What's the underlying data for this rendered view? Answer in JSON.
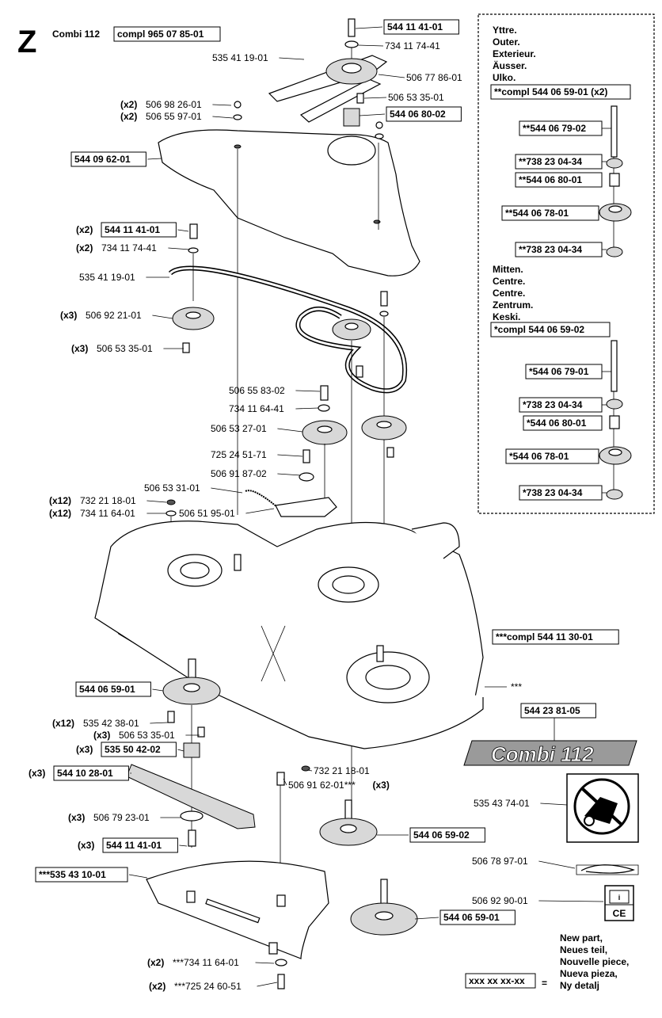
{
  "header": {
    "letter": "Z",
    "model": "Combi 112",
    "compl_code": "compl 965 07 85-01"
  },
  "legend_outer": {
    "languages": [
      "Yttre.",
      "Outer.",
      "Exterieur.",
      "Äusser.",
      "Ulko."
    ],
    "compl": "**compl 544 06 59-01 (x2)",
    "parts": [
      "**544 06 79-02",
      "**738 23 04-34",
      "**544 06 80-01",
      "**544 06 78-01",
      "**738 23 04-34"
    ]
  },
  "legend_center": {
    "languages": [
      "Mitten.",
      "Centre.",
      "Centre.",
      "Zentrum.",
      "Keski."
    ],
    "compl": "*compl 544 06 59-02",
    "parts": [
      "*544 06 79-01",
      "*738 23 04-34",
      "*544 06 80-01",
      "*544 06 78-01",
      "*738 23 04-34"
    ]
  },
  "labels": [
    {
      "id": "l1",
      "text": "544 11 41-01",
      "boxed": true
    },
    {
      "id": "l2",
      "text": "734 11 74-41",
      "boxed": false
    },
    {
      "id": "l3",
      "text": "535 41 19-01",
      "boxed": false
    },
    {
      "id": "l4",
      "text": "506 77 86-01",
      "boxed": false
    },
    {
      "id": "l5",
      "text": "506 53 35-01",
      "boxed": false
    },
    {
      "id": "l6",
      "text": "544 06 80-02",
      "boxed": true
    },
    {
      "id": "l7",
      "q": "(x2)",
      "text": "506 98 26-01",
      "boxed": false
    },
    {
      "id": "l8",
      "q": "(x2)",
      "text": "506 55 97-01",
      "boxed": false
    },
    {
      "id": "l9",
      "text": "544 09 62-01",
      "boxed": true
    },
    {
      "id": "l10",
      "q": "(x2)",
      "text": "544 11 41-01",
      "boxed": true
    },
    {
      "id": "l11",
      "q": "(x2)",
      "text": "734 11 74-41",
      "boxed": false
    },
    {
      "id": "l12",
      "text": "535 41 19-01",
      "boxed": false
    },
    {
      "id": "l13",
      "q": "(x3)",
      "text": "506 92 21-01",
      "boxed": false
    },
    {
      "id": "l14",
      "q": "(x3)",
      "text": "506 53 35-01",
      "boxed": false
    },
    {
      "id": "l15",
      "text": "506 55 83-02",
      "boxed": false
    },
    {
      "id": "l16",
      "text": "734 11 64-41",
      "boxed": false
    },
    {
      "id": "l17",
      "text": "506 53 27-01",
      "boxed": false
    },
    {
      "id": "l18",
      "text": "725 24 51-71",
      "boxed": false
    },
    {
      "id": "l19",
      "text": "506 91 87-02",
      "boxed": false
    },
    {
      "id": "l20",
      "text": "506 53 31-01",
      "boxed": false
    },
    {
      "id": "l21",
      "q": "(x12)",
      "text": "732 21 18-01",
      "boxed": false
    },
    {
      "id": "l22",
      "q": "(x12)",
      "text": "734 11 64-01",
      "boxed": false
    },
    {
      "id": "l23",
      "text": "506 51 95-01",
      "boxed": false
    },
    {
      "id": "l24",
      "text": "***compl 544 11 30-01",
      "boxed": true
    },
    {
      "id": "l25",
      "text": "***",
      "boxed": false
    },
    {
      "id": "l26",
      "text": "544 06 59-01",
      "boxed": true
    },
    {
      "id": "l27",
      "q": "(x12)",
      "text": "535 42 38-01",
      "boxed": false
    },
    {
      "id": "l28",
      "q": "(x3)",
      "text": "506 53 35-01",
      "boxed": false
    },
    {
      "id": "l29",
      "q": "(x3)",
      "text": "535 50 42-02",
      "boxed": true
    },
    {
      "id": "l30",
      "text": "544 23 81-05",
      "boxed": true
    },
    {
      "id": "l31",
      "text": "732 21 18-01",
      "boxed": false
    },
    {
      "id": "l32",
      "q": "(x3)",
      "text": "544 10 28-01",
      "boxed": true
    },
    {
      "id": "l33",
      "text": "506 91 62-01***",
      "q2": "(x3)",
      "boxed": false
    },
    {
      "id": "l34",
      "text": "535 43 74-01",
      "boxed": false
    },
    {
      "id": "l35",
      "q": "(x3)",
      "text": "506 79 23-01",
      "boxed": false
    },
    {
      "id": "l36",
      "text": "544 06 59-02",
      "boxed": true
    },
    {
      "id": "l37",
      "q": "(x3)",
      "text": "544 11 41-01",
      "boxed": true
    },
    {
      "id": "l38",
      "text": "506 78 97-01",
      "boxed": false
    },
    {
      "id": "l39",
      "text": "***535 43 10-01",
      "boxed": true
    },
    {
      "id": "l40",
      "text": "506 92 90-01",
      "boxed": false
    },
    {
      "id": "l41",
      "text": "544 06 59-01",
      "boxed": true
    },
    {
      "id": "l42",
      "q": "(x2)",
      "text": "***734 11 64-01",
      "boxed": false
    },
    {
      "id": "l43",
      "q": "(x2)",
      "text": "***725 24 60-51",
      "boxed": false
    }
  ],
  "banner": {
    "text": "Combi 112"
  },
  "new_part": {
    "lines": [
      "New part,",
      "Neues teil,",
      "Nouvelle piece,",
      "Nueva pieza,",
      "Ny detalj"
    ],
    "code": "xxx xx xx-xx",
    "equals": "="
  },
  "ce_mark": "CE"
}
